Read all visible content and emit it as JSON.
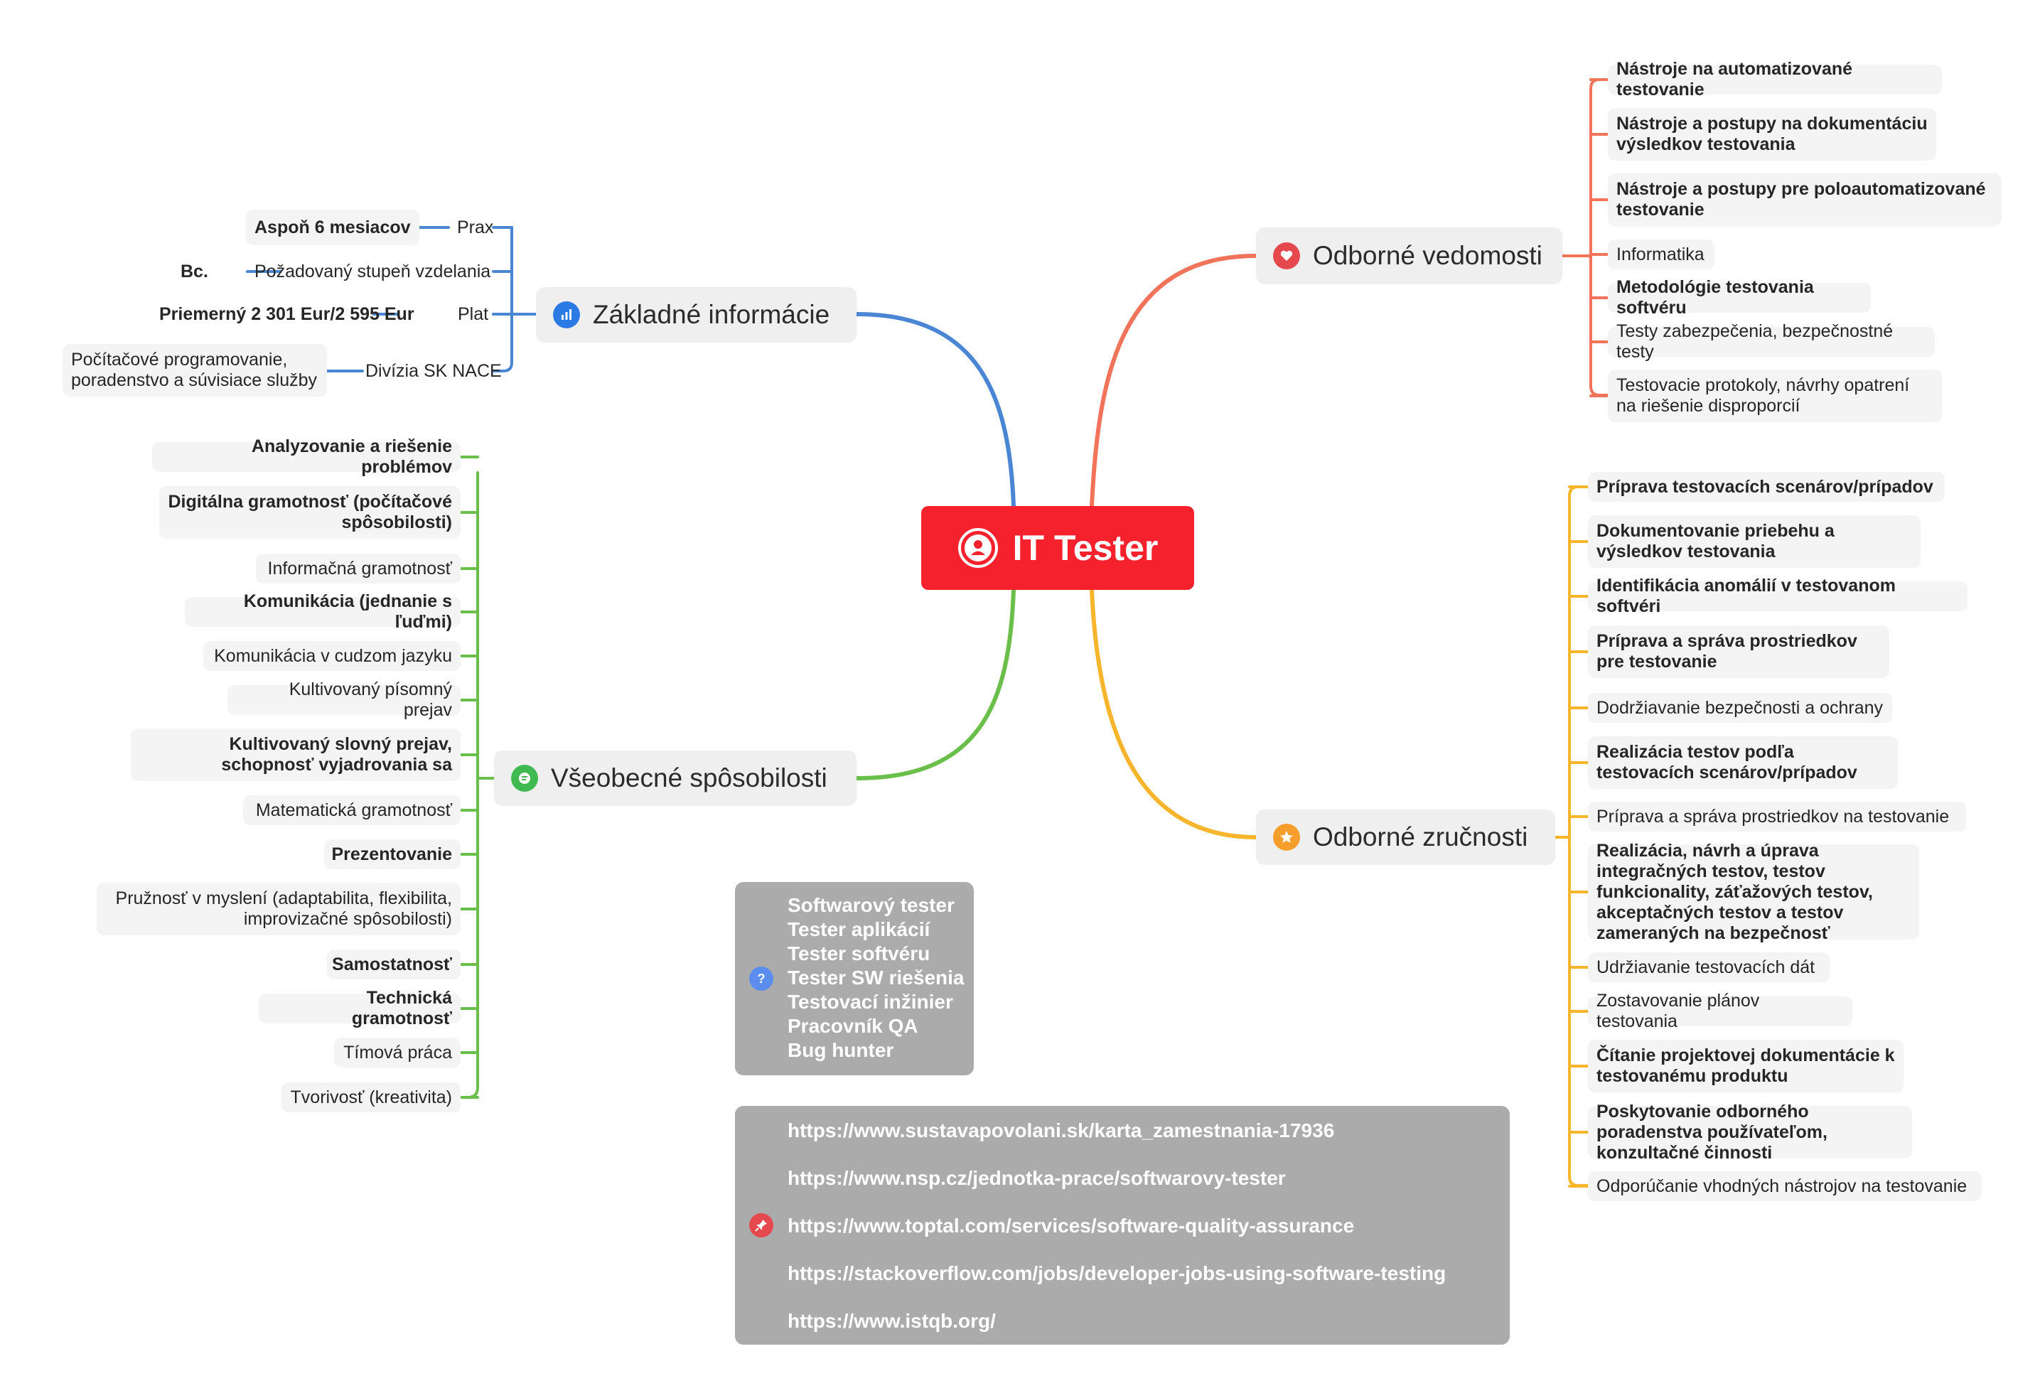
{
  "central": {
    "title": "IT Tester",
    "icon": "user-circle-icon"
  },
  "colors": {
    "central": "#f5222d",
    "zakladne": "#4a86d4",
    "vseobecne": "#6abf4b",
    "vedomosti": "#f0735a",
    "zrucnosti": "#f7b52b"
  },
  "zakladne": {
    "title": "Základné informácie",
    "icon": "bar-chart-icon",
    "rows": [
      {
        "label": "Prax",
        "value": "Aspoň 6 mesiacov"
      },
      {
        "label": "Požadovaný stupeň vzdelania",
        "value": "Bc."
      },
      {
        "label": "Plat",
        "value": "Priemerný 2 301 Eur/2 595 Eur"
      },
      {
        "label": "Divízia SK NACE",
        "value": "Počítačové programovanie, poradenstvo a súvisiace služby"
      }
    ]
  },
  "vseobecne": {
    "title": "Všeobecné spôsobilosti",
    "icon": "chat-icon",
    "items": [
      "Analyzovanie a riešenie problémov",
      "Digitálna gramotnosť (počítačové spôsobilosti)",
      "Informačná gramotnosť",
      "Komunikácia (jednanie s ľuďmi)",
      "Komunikácia v cudzom jazyku",
      "Kultivovaný písomný prejav",
      "Kultivovaný slovný prejav, schopnosť vyjadrovania sa",
      "Matematická gramotnosť",
      "Prezentovanie",
      "Pružnosť v myslení (adaptabilita, flexibilita, improvizačné spôsobilosti)",
      "Samostatnosť",
      "Technická gramotnosť",
      "Tímová práca",
      "Tvorivosť (kreativita)"
    ]
  },
  "vedomosti": {
    "title": "Odborné vedomosti",
    "icon": "heart-icon",
    "items": [
      "Nástroje na automatizované testovanie",
      "Nástroje a postupy na dokumentáciu výsledkov testovania",
      "Nástroje a postupy pre poloautomatizované testovanie",
      "Informatika",
      "Metodológie testovania softvéru",
      "Testy zabezpečenia, bezpečnostné testy",
      "Testovacie protokoly, návrhy opatrení na riešenie disproporcií"
    ]
  },
  "zrucnosti": {
    "title": "Odborné zručnosti",
    "icon": "star-icon",
    "items": [
      "Príprava testovacích scenárov/prípadov",
      "Dokumentovanie priebehu a výsledkov testovania",
      "Identifikácia anomálií v testovanom softvéri",
      "Príprava a správa prostriedkov pre testovanie",
      "Dodržiavanie bezpečnosti a ochrany",
      "Realizácia testov podľa testovacích scenárov/prípadov",
      "Príprava a správa prostriedkov na testovanie",
      "Realizácia, návrh a úprava integračných testov, testov funkcionality, záťažových testov, akceptačných testov a testov zameraných na bezpečnosť",
      "Udržiavanie testovacích dát",
      "Zostavovanie plánov testovania",
      "Čítanie projektovej dokumentácie k testovanému produktu",
      "Poskytovanie odborného poradenstva používateľom, konzultačné činnosti",
      "Odporúčanie vhodných nástrojov na testovanie"
    ]
  },
  "synonyms": {
    "icon": "question-icon",
    "items": [
      "Softwarový tester",
      "Tester aplikácií",
      "Tester softvéru",
      "Tester SW riešenia",
      "Testovací inžinier",
      "Pracovník QA",
      "Bug hunter"
    ]
  },
  "links": {
    "icon": "pin-icon",
    "items": [
      "https://www.sustavapovolani.sk/karta_zamestnania-17936",
      "https://www.nsp.cz/jednotka-prace/softwarovy-tester",
      "https://www.toptal.com/services/software-quality-assurance",
      "https://stackoverflow.com/jobs/developer-jobs-using-software-testing",
      "https://www.istqb.org/"
    ]
  }
}
